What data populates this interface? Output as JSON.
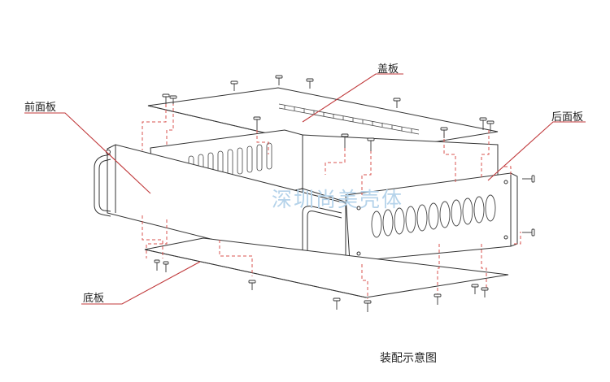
{
  "labels": {
    "top_cover": "盖板",
    "front_panel": "前面板",
    "rear_panel": "后面板",
    "bottom_plate": "底板"
  },
  "caption": "装配示意图",
  "watermark": "深圳尚美壳体",
  "colors": {
    "line": "#333333",
    "leader": "#c0393b",
    "dashed": "#d9534f",
    "watermark": "#b5d3ea",
    "background": "#ffffff"
  }
}
